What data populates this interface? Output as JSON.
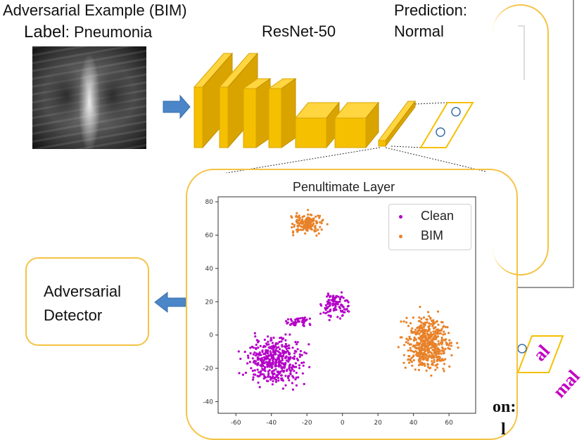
{
  "header": {
    "title": "Adversarial Example (BIM)",
    "label_key": "Label",
    "label_value": ": Pneumonia",
    "model": "ResNet-50",
    "prediction_heading": "Prediction:",
    "prediction_value": "Normal"
  },
  "detector": {
    "label": "Adversarial Detector"
  },
  "background_fragments": {
    "line1": "on:",
    "line2": "l",
    "rotated1": "al",
    "rotated2": "mal"
  },
  "colors": {
    "accent_yellow": "#f5c342",
    "block_fill": "#f5c000",
    "arrow_blue": "#4a86c8",
    "clean": "#b400c8",
    "bim": "#e8822a"
  },
  "icons": {
    "input_arrow": "arrow-right-icon",
    "output_arrow": "arrow-left-icon"
  },
  "chart_data": {
    "type": "scatter",
    "title": "Penultimate Layer",
    "xlabel": "",
    "ylabel": "",
    "xlim": [
      -70,
      75
    ],
    "ylim": [
      -47,
      83
    ],
    "xticks": [
      -60,
      -40,
      -20,
      0,
      20,
      40,
      60
    ],
    "yticks": [
      -40,
      -20,
      0,
      20,
      40,
      60,
      80
    ],
    "legend_position": "top-right",
    "series": [
      {
        "name": "Clean",
        "color": "#b400c8",
        "clusters": [
          {
            "cx": -38,
            "cy": -16,
            "sx": 14,
            "sy": 12,
            "n": 420
          },
          {
            "cx": -4,
            "cy": 18,
            "sx": 6,
            "sy": 7,
            "n": 110
          },
          {
            "cx": -24,
            "cy": 8,
            "sx": 7,
            "sy": 3,
            "n": 50
          }
        ]
      },
      {
        "name": "BIM",
        "color": "#e8822a",
        "clusters": [
          {
            "cx": -20,
            "cy": 67,
            "sx": 8,
            "sy": 5,
            "n": 170
          },
          {
            "cx": 48,
            "cy": -5,
            "sx": 11,
            "sy": 14,
            "n": 520
          }
        ]
      }
    ]
  }
}
